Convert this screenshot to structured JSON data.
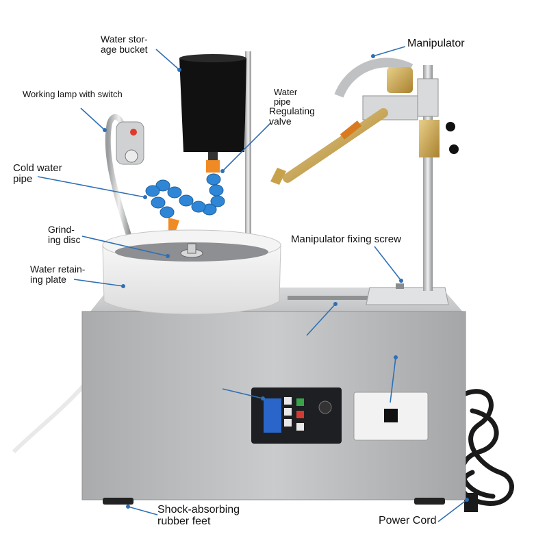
{
  "labels": {
    "water_storage_bucket": "Water stor-\nage bucket",
    "manipulator": "Manipulator",
    "working_lamp": "Working lamp with switch",
    "water_pipe": "Water\npipe",
    "regulating_valve": "Regulating\nvalve",
    "cold_water_pipe": "Cold water\npipe",
    "grinding_disc": "Grind-\ning disc",
    "manipulator_fixing_screw": "Manipulator fixing screw",
    "water_retaining_plate": "Water retain-\ning plate",
    "shock_absorbing_feet": "Shock-absorbing\nrubber feet",
    "power_cord": "Power Cord"
  },
  "colors": {
    "leader_line": "#2f6fb5",
    "pipe_blue": "#2f86d6",
    "valve_orange": "#f08a24",
    "body_steel": "#b9bbbd",
    "brass": "#c8a24a"
  }
}
